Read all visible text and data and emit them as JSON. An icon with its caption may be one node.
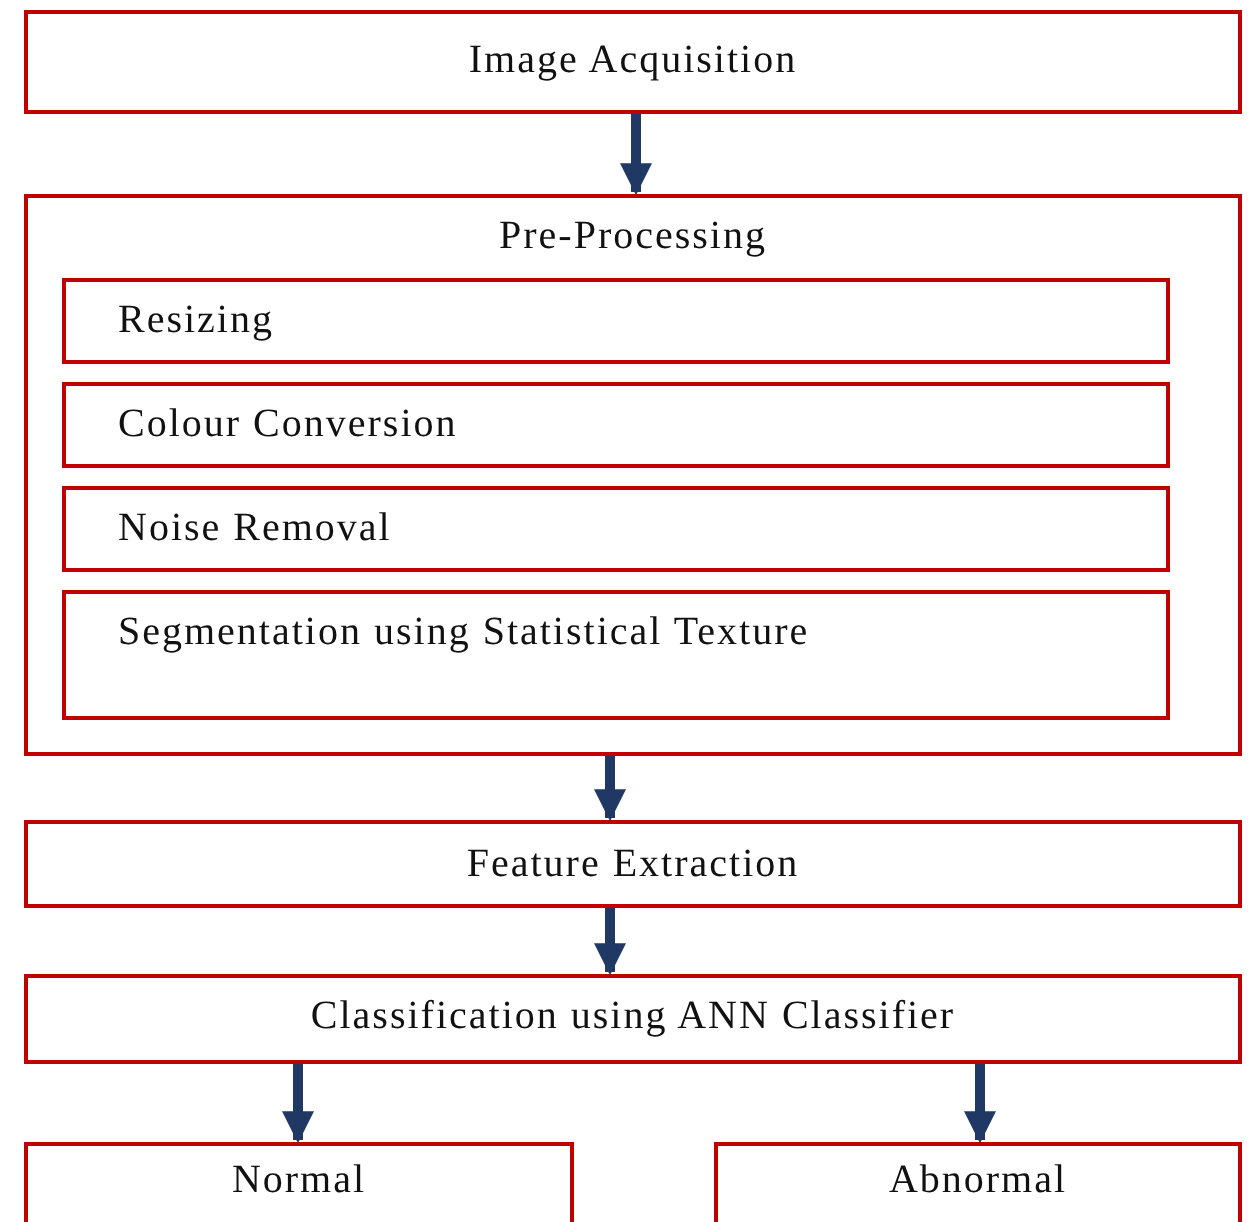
{
  "diagram": {
    "nodes": [
      {
        "text": [
          "Image Acquisition"
        ]
      },
      {
        "text": [
          "Pre-Processing"
        ]
      },
      {
        "text": [
          "Resizing"
        ],
        "in": 1
      },
      {
        "text": [
          "Colour Conversion"
        ],
        "in": 1
      },
      {
        "text": [
          "Noise Removal"
        ],
        "in": 1
      },
      {
        "text": [
          "Segmentation using Statistical Texture"
        ],
        "in": 1
      },
      {
        "text": [
          "Feature Extraction"
        ]
      },
      {
        "text": [
          "Classification using ANN Classifier"
        ]
      },
      {
        "text": [
          "Normal"
        ]
      },
      {
        "text": [
          "Abnormal"
        ]
      }
    ],
    "edges": [
      {
        "from": 0,
        "to": 1,
        "arrow": "to"
      },
      {
        "from": 1,
        "to": 6,
        "arrow": "to"
      },
      {
        "from": 6,
        "to": 7,
        "arrow": "to"
      },
      {
        "from": 7,
        "to": 8,
        "arrow": "to"
      },
      {
        "from": 7,
        "to": 9,
        "arrow": "to"
      }
    ]
  }
}
